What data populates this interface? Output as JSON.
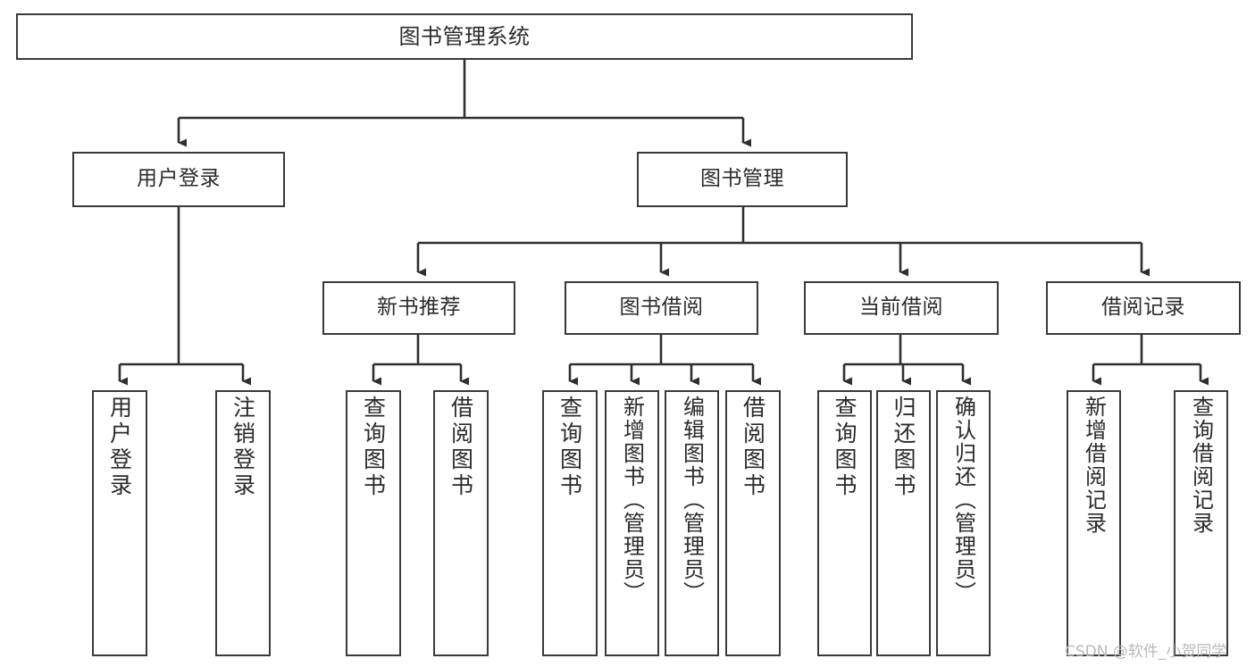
{
  "diagram": {
    "title": "图书管理系统",
    "type": "tree-hierarchy-chart",
    "colors": {
      "box_border": "#3a3a3a",
      "box_fill": "#ffffff",
      "edge": "#2f2f2f",
      "text": "#2b2b2b",
      "watermark": "#b9b9b9"
    },
    "watermark": "CSDN @软件_小贺同学",
    "nodes": {
      "root": {
        "label": "图书管理系统"
      },
      "level2": [
        {
          "id": "user-login",
          "label": "用户登录"
        },
        {
          "id": "book-management",
          "label": "图书管理"
        }
      ],
      "level3": [
        {
          "id": "new-book-recommend",
          "label": "新书推荐"
        },
        {
          "id": "book-borrow",
          "label": "图书借阅"
        },
        {
          "id": "current-borrow",
          "label": "当前借阅"
        },
        {
          "id": "borrow-record",
          "label": "借阅记录"
        }
      ],
      "leaves": {
        "user_login": [
          {
            "id": "leaf-user-login",
            "label": "用户登录"
          },
          {
            "id": "leaf-logout-login",
            "label": "注销登录"
          }
        ],
        "new_book_recommend": [
          {
            "id": "leaf-query-book-1",
            "label": "查询图书"
          },
          {
            "id": "leaf-borrow-book-1",
            "label": "借阅图书"
          }
        ],
        "book_borrow": [
          {
            "id": "leaf-query-book-2",
            "label": "查询图书"
          },
          {
            "id": "leaf-add-book",
            "label": "新增图书（管理员）"
          },
          {
            "id": "leaf-edit-book",
            "label": "编辑图书（管理员）"
          },
          {
            "id": "leaf-borrow-book-2",
            "label": "借阅图书"
          }
        ],
        "current_borrow": [
          {
            "id": "leaf-query-book-3",
            "label": "查询图书"
          },
          {
            "id": "leaf-return-book",
            "label": "归还图书"
          },
          {
            "id": "leaf-confirm-return",
            "label": "确认归还（管理员）"
          }
        ],
        "borrow_record": [
          {
            "id": "leaf-add-borrow-record",
            "label": "新增借阅记录"
          },
          {
            "id": "leaf-query-borrow-record",
            "label": "查询借阅记录"
          }
        ]
      }
    }
  }
}
